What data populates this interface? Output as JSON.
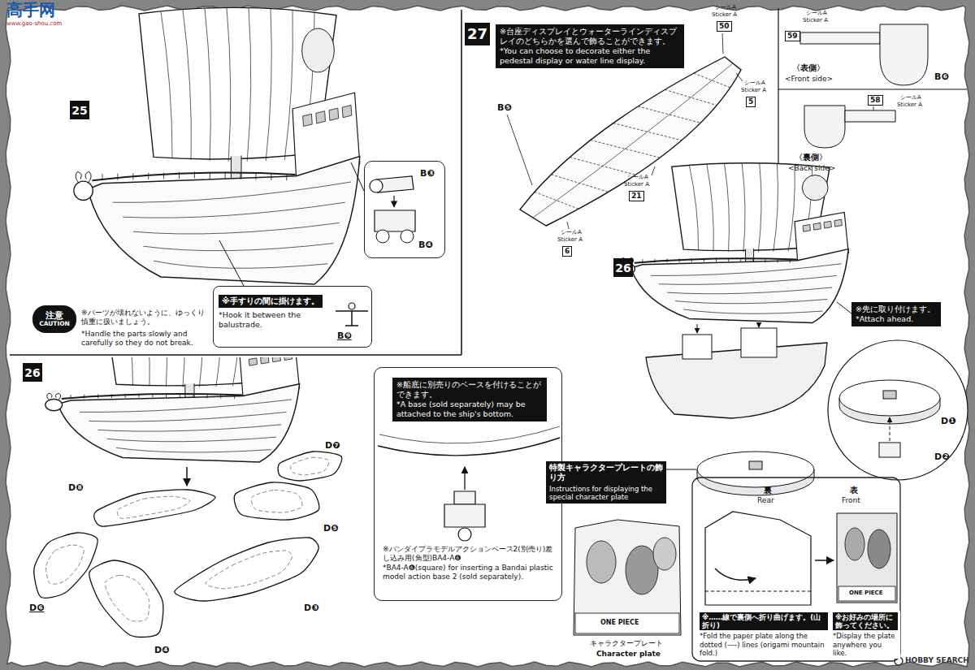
{
  "diagram": {
    "nodes": [
      {
        "text": [
          "25"
        ]
      },
      {
        "text": [
          "B❸",
          "B❹"
        ]
      },
      {
        "text": [
          "※手すりの間に掛けます。",
          "*Hook it between the balustrade.",
          "B❾"
        ]
      },
      {
        "text": [
          "注意",
          "CAUTION"
        ]
      },
      {
        "text": [
          "27"
        ]
      },
      {
        "text": [
          "※台座ディスプレイとウォーターラインディスプレイのどちらかを選んで飾ることができます。",
          "*You can choose to decorate either the pedestal display or water line display."
        ]
      },
      {
        "text": [
          "26"
        ]
      },
      {
        "text": [
          "※先に取り付けます。",
          "*Attach ahead."
        ]
      },
      {
        "text": [
          "26"
        ]
      },
      {
        "text": [
          "※バンダイプラモデルアクションベース2(別売り)差し込み用(角型)BA4-A❻",
          "*BA4-A❻(square) for inserting a Bandai plastic model action base 2 (sold separately)."
        ]
      },
      {
        "text": [
          "※船底に別売りのベースを付けることができます。",
          "*A base (sold separately) may be attached to the ship's bottom."
        ],
        "in": 9
      },
      {
        "text": [
          "特製キャラクタープレートの飾り方",
          "Instructions for displaying the special character plate"
        ]
      },
      {
        "text": [
          "※……線で裏側へ折り曲げます。(山折り)",
          "*Fold the paper plate along the dotted (----) lines (origami mountain fold.)"
        ],
        "in": 11
      },
      {
        "text": [
          "※お好みの場所に飾ってください。",
          "*Display the plate anywhere you like."
        ],
        "in": 11
      }
    ],
    "labels": [
      "高手网",
      "www.gao-shou.com",
      "※パーツが壊れないように、ゆっくり慎重に扱いましょう。",
      "*Handle the parts slowly and carefully so they do not break.",
      "シールA",
      "Sticker A",
      "50",
      "シールA",
      "Sticker A",
      "5",
      "B❺",
      "シールA",
      "Sticker A",
      "21",
      "シールA",
      "Sticker A",
      "6",
      "シールA",
      "Sticker A",
      "59",
      "B❻",
      "〈表側〉",
      "<Front side>",
      "シールA",
      "Sticker A",
      "58",
      "〈裏側〉",
      "<Back side>",
      "D❶",
      "D❷",
      "D❼",
      "D❽",
      "D❺",
      "D❻",
      "D❸",
      "D❹",
      "キャラクタープレート",
      "Character plate",
      "裏",
      "Rear",
      "表",
      "Front",
      "ONE PIECE",
      "ONE PIECE",
      "HOBBY SEARCH"
    ]
  }
}
